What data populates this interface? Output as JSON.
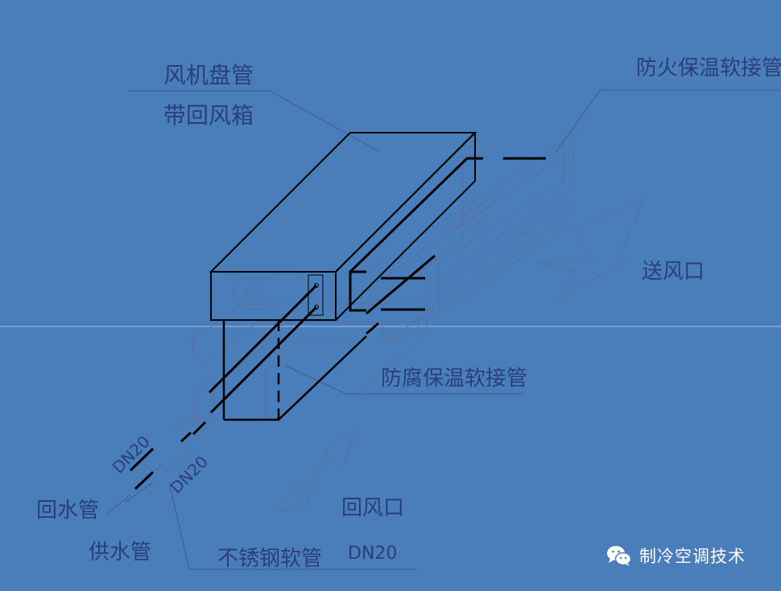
{
  "labels": {
    "fcu": "风机盘管",
    "return_box": "带回风箱",
    "fire_hose": "防火保温软接管",
    "supply_outlet": "送风口",
    "anticorrosion_hose": "防腐保温软接管",
    "return_inlet": "回风口",
    "dn20_a": "DN20",
    "dn20_b": "DN20",
    "return_pipe": "回水管",
    "supply_pipe": "供水管",
    "steel_hose": "不锈钢软管",
    "steel_hose_dn": "DN20"
  },
  "watermark": {
    "text": "制冷空调技术",
    "icon": "wechat-icon"
  },
  "colors": {
    "background": "#4a7ebb",
    "label_text": "#2a3f78",
    "heavy_line": "#000000",
    "thin_line": "#5a6f9a",
    "horizon_line": "#9fc0e6"
  }
}
